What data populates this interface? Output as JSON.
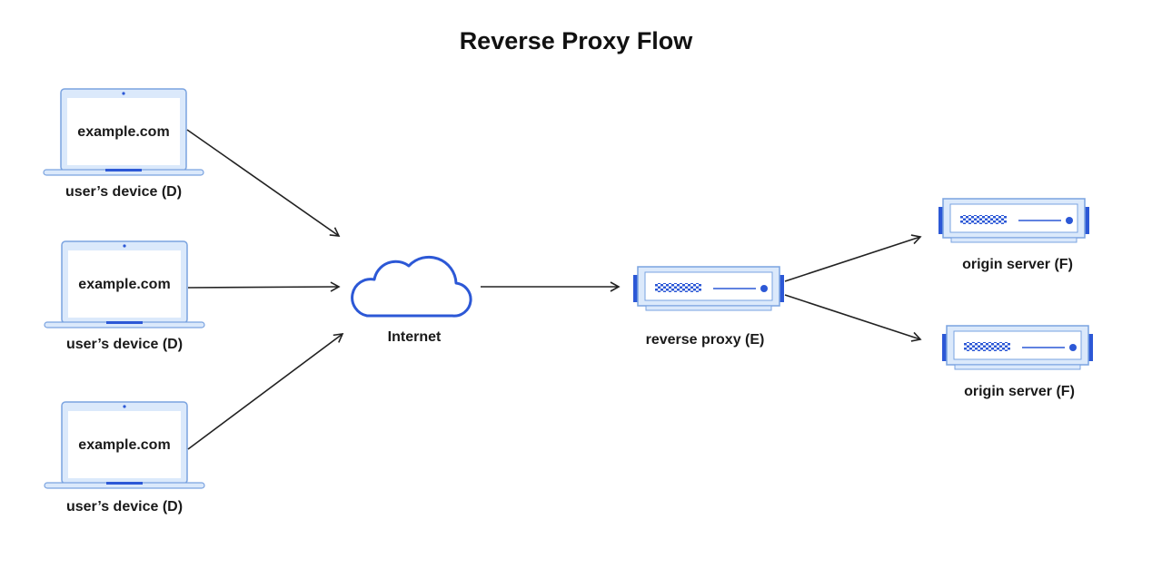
{
  "title": "Reverse Proxy Flow",
  "devices": [
    {
      "screen_text": "example.com",
      "label": "user’s device (D)"
    },
    {
      "screen_text": "example.com",
      "label": "user’s device (D)"
    },
    {
      "screen_text": "example.com",
      "label": "user’s device (D)"
    }
  ],
  "internet": {
    "label": "Internet"
  },
  "proxy": {
    "label": "reverse proxy (E)"
  },
  "origins": [
    {
      "label": "origin server (F)"
    },
    {
      "label": "origin server (F)"
    }
  ],
  "colors": {
    "accent": "#2c58d6",
    "light_fill": "#dbe9fb",
    "outline": "#7aa3e0",
    "arrow": "#222222"
  }
}
